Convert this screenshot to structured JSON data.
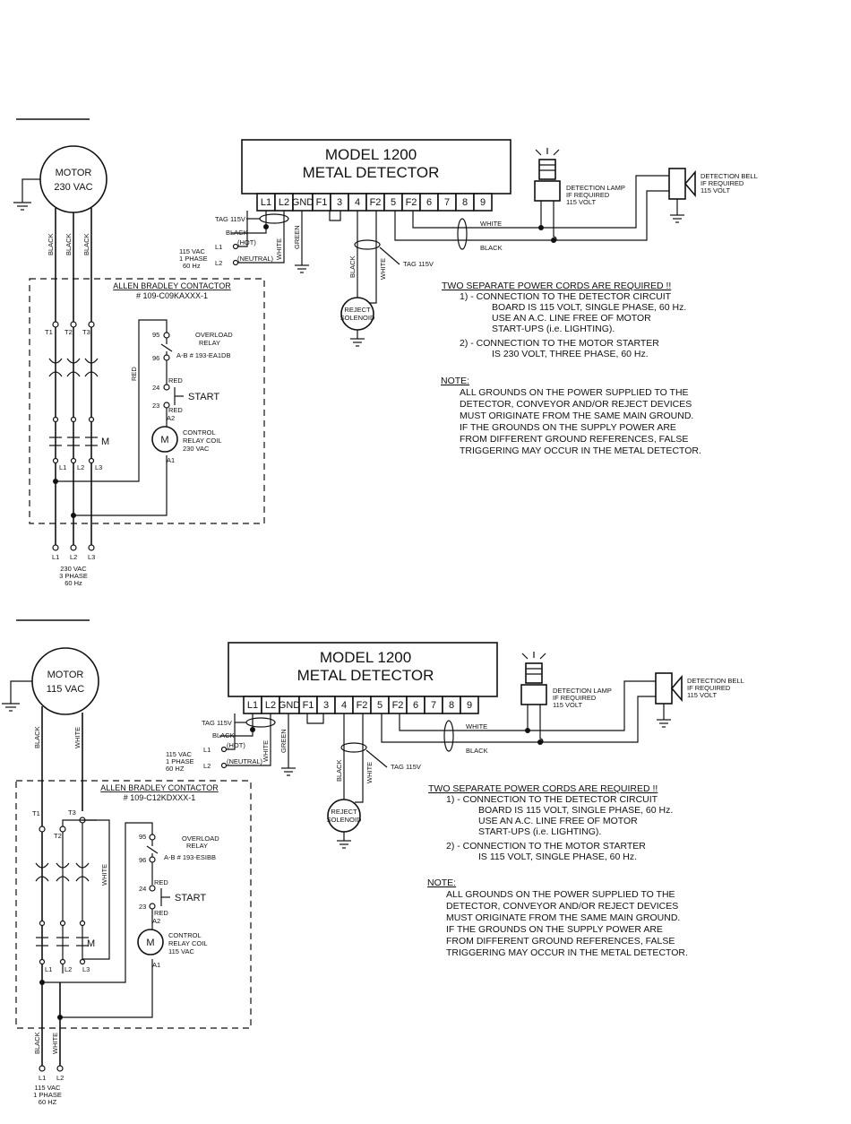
{
  "diagram_a": {
    "motor": {
      "line1": "MOTOR",
      "line2": "230 VAC"
    },
    "detector": {
      "line1": "MODEL 1200",
      "line2": "METAL DETECTOR"
    },
    "terminals": [
      "L1",
      "L2",
      "GND",
      "F1",
      "3",
      "4",
      "F2",
      "5",
      "F2",
      "6",
      "7",
      "8",
      "9"
    ],
    "lamp": {
      "line1": "DETECTION LAMP",
      "line2": "IF REQUIRED",
      "line3": "115 VOLT"
    },
    "bell": {
      "line1": "DETECTION BELL",
      "line2": "IF REQUIRED",
      "line3": "115 VOLT"
    },
    "wire_labels": {
      "tag_115v": "TAG 115V",
      "black": "BLACK",
      "white": "WHITE",
      "green": "GREEN",
      "l1_hot": "L1",
      "hot": "(HOT)",
      "l2_neutral": "L2",
      "neutral": "(NEUTRAL)",
      "supply_1": "115 VAC",
      "supply_2": "1 PHASE",
      "supply_3": "60 Hz",
      "tag_115v_b": "TAG 115V",
      "white_b": "WHITE",
      "black_b": "BLACK",
      "black_sol": "BLACK",
      "white_sol": "WHITE"
    },
    "solenoid": {
      "line1": "REJECT",
      "line2": "SOLENOID"
    },
    "contactor": {
      "line1": "ALLEN BRADLEY CONTACTOR",
      "line2": "# 109-C09KAXXX-1"
    },
    "overload": {
      "line1": "OVERLOAD",
      "line2": "RELAY",
      "line3": "A-B # 193-EA1DB",
      "t95": "95",
      "t96": "96"
    },
    "start": {
      "label": "START",
      "t24": "24",
      "t23": "23",
      "red1": "RED",
      "red2": "RED",
      "a2": "A2",
      "a1": "A1"
    },
    "coil": {
      "symbol": "M",
      "line1": "CONTROL",
      "line2": "RELAY COIL",
      "line3": "230 VAC"
    },
    "red_side": "RED",
    "motor_wires": [
      "BLACK",
      "BLACK",
      "BLACK"
    ],
    "t_labels": [
      "T1",
      "T2",
      "T3"
    ],
    "l_labels_inner": [
      "L1",
      "L2",
      "L3"
    ],
    "m_label": "M",
    "l_labels_bottom": [
      "L1",
      "L2",
      "L3"
    ],
    "supply": {
      "line1": "230 VAC",
      "line2": "3 PHASE",
      "line3": "60 Hz"
    },
    "notes": {
      "header": "TWO SEPARATE POWER CORDS ARE REQUIRED !!",
      "item1_a": "1)  -  CONNECTION TO THE DETECTOR CIRCUIT",
      "item1_b": "BOARD IS 115 VOLT, SINGLE PHASE, 60 Hz.",
      "item1_c": "USE AN A.C. LINE FREE OF MOTOR",
      "item1_d": "START-UPS (i.e. LIGHTING).",
      "item2_a": "2)  -  CONNECTION TO THE MOTOR STARTER",
      "item2_b": "IS 230 VOLT, THREE PHASE, 60 Hz.",
      "note_label": "NOTE:",
      "note_1": "ALL GROUNDS ON THE POWER SUPPLIED TO THE",
      "note_2": "DETECTOR, CONVEYOR AND/OR REJECT DEVICES",
      "note_3": "MUST ORIGINATE FROM THE SAME MAIN GROUND.",
      "note_4": "IF THE GROUNDS ON THE SUPPLY POWER ARE",
      "note_5": "FROM DIFFERENT GROUND REFERENCES, FALSE",
      "note_6": "TRIGGERING MAY OCCUR IN THE METAL DETECTOR."
    }
  },
  "diagram_b": {
    "motor": {
      "line1": "MOTOR",
      "line2": "115 VAC"
    },
    "detector": {
      "line1": "MODEL 1200",
      "line2": "METAL DETECTOR"
    },
    "terminals": [
      "L1",
      "L2",
      "GND",
      "F1",
      "3",
      "4",
      "F2",
      "5",
      "F2",
      "6",
      "7",
      "8",
      "9"
    ],
    "lamp": {
      "line1": "DETECTION LAMP",
      "line2": "IF REQUIRED",
      "line3": "115 VOLT"
    },
    "bell": {
      "line1": "DETECTION BELL",
      "line2": "IF REQUIRED",
      "line3": "115 VOLT"
    },
    "wire_labels": {
      "tag_115v": "TAG 115V",
      "black": "BLACK",
      "white": "WHITE",
      "green": "GREEN",
      "l1_hot": "L1",
      "hot": "(HOT)",
      "l2_neutral": "L2",
      "neutral": "(NEUTRAL)",
      "supply_1": "115 VAC",
      "supply_2": "1 PHASE",
      "supply_3": "60 HZ",
      "tag_115v_b": "TAG 115V",
      "white_b": "WHITE",
      "black_b": "BLACK",
      "black_sol": "BLACK",
      "white_sol": "WHITE"
    },
    "solenoid": {
      "line1": "REJECT",
      "line2": "SOLENOID"
    },
    "contactor": {
      "line1": "ALLEN BRADLEY CONTACTOR",
      "line2": "# 109-C12KDXXX-1"
    },
    "overload": {
      "line1": "OVERLOAD",
      "line2": "RELAY",
      "line3": "A-B # 193-ESIBB",
      "t95": "95",
      "t96": "96"
    },
    "start": {
      "label": "START",
      "t24": "24",
      "t23": "23",
      "red1": "RED",
      "red2": "RED",
      "a2": "A2",
      "a1": "A1"
    },
    "coil": {
      "symbol": "M",
      "line1": "CONTROL",
      "line2": "RELAY COIL",
      "line3": "115 VAC"
    },
    "white_side": "WHITE",
    "motor_wires": [
      "BLACK",
      "WHITE"
    ],
    "t_labels": [
      "T1",
      "T2",
      "T3"
    ],
    "l_labels_inner": [
      "L1",
      "L2",
      "L3"
    ],
    "m_label": "M",
    "bottom_wires": [
      "BLACK",
      "WHITE"
    ],
    "l_labels_bottom": [
      "L1",
      "L2"
    ],
    "supply": {
      "line1": "115 VAC",
      "line2": "1 PHASE",
      "line3": "60 HZ"
    },
    "notes": {
      "header": "TWO SEPARATE POWER CORDS ARE REQUIRED !!",
      "item1_a": "1)  -  CONNECTION TO THE DETECTOR CIRCUIT",
      "item1_b": "BOARD IS 115 VOLT, SINGLE PHASE, 60 Hz.",
      "item1_c": "USE AN A.C. LINE FREE OF MOTOR",
      "item1_d": "START-UPS (i.e. LIGHTING).",
      "item2_a": "2)  -  CONNECTION TO THE MOTOR STARTER",
      "item2_b": "IS 115 VOLT, SINGLE PHASE, 60 Hz.",
      "note_label": "NOTE:",
      "note_1": "ALL GROUNDS ON THE POWER SUPPLIED TO THE",
      "note_2": "DETECTOR, CONVEYOR AND/OR REJECT DEVICES",
      "note_3": "MUST ORIGINATE FROM THE SAME MAIN GROUND.",
      "note_4": "IF THE GROUNDS ON THE SUPPLY POWER ARE",
      "note_5": "FROM DIFFERENT GROUND REFERENCES, FALSE",
      "note_6": "TRIGGERING MAY OCCUR IN THE METAL DETECTOR."
    }
  }
}
